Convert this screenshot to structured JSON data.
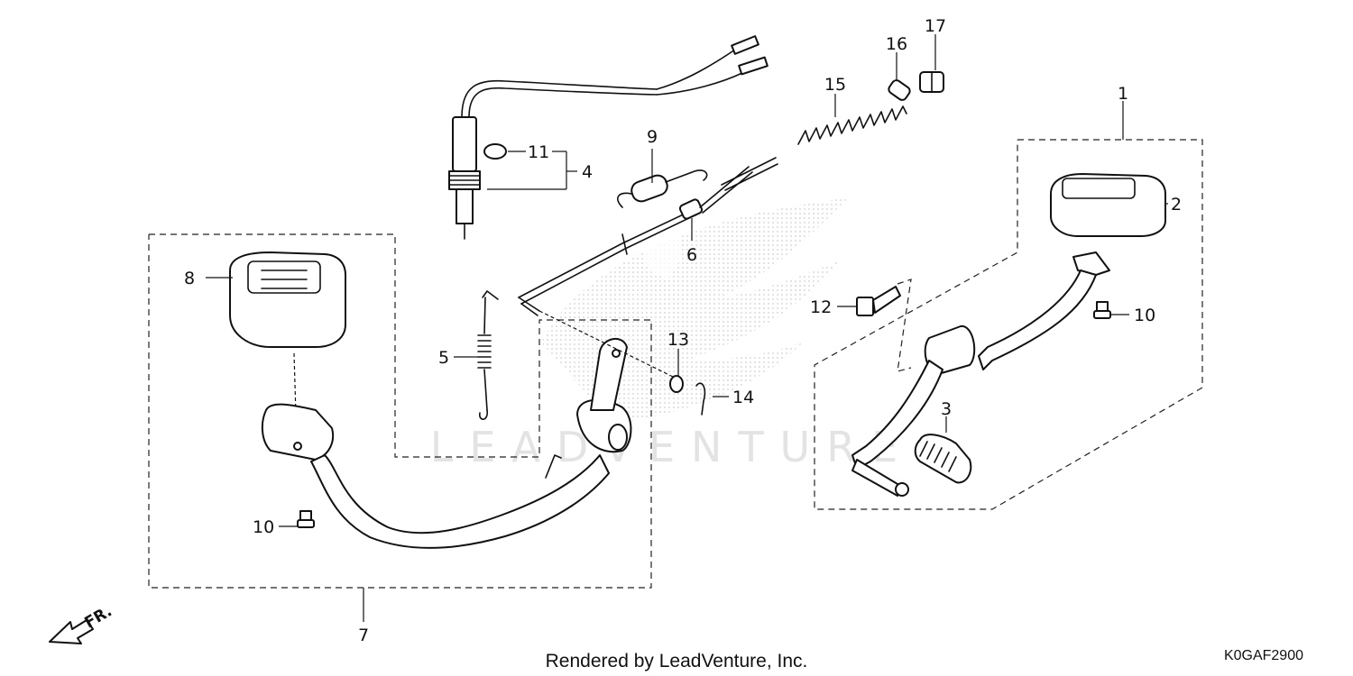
{
  "diagram": {
    "footer_credit": "Rendered by LeadVenture, Inc.",
    "diagram_code": "K0GAF2900",
    "front_indicator": "FR.",
    "watermark_text": "LEADVENTURE",
    "callouts": [
      {
        "id": "c1",
        "label": "1"
      },
      {
        "id": "c2",
        "label": "2"
      },
      {
        "id": "c3",
        "label": "3"
      },
      {
        "id": "c4",
        "label": "4"
      },
      {
        "id": "c5",
        "label": "5"
      },
      {
        "id": "c6",
        "label": "6"
      },
      {
        "id": "c7",
        "label": "7"
      },
      {
        "id": "c8",
        "label": "8"
      },
      {
        "id": "c9",
        "label": "9"
      },
      {
        "id": "c10a",
        "label": "10"
      },
      {
        "id": "c10b",
        "label": "10"
      },
      {
        "id": "c11",
        "label": "11"
      },
      {
        "id": "c12",
        "label": "12"
      },
      {
        "id": "c13",
        "label": "13"
      },
      {
        "id": "c14",
        "label": "14"
      },
      {
        "id": "c15",
        "label": "15"
      },
      {
        "id": "c16",
        "label": "16"
      },
      {
        "id": "c17",
        "label": "17"
      }
    ]
  },
  "colors": {
    "line": "#111111",
    "watermark": "#d9d9d9"
  }
}
